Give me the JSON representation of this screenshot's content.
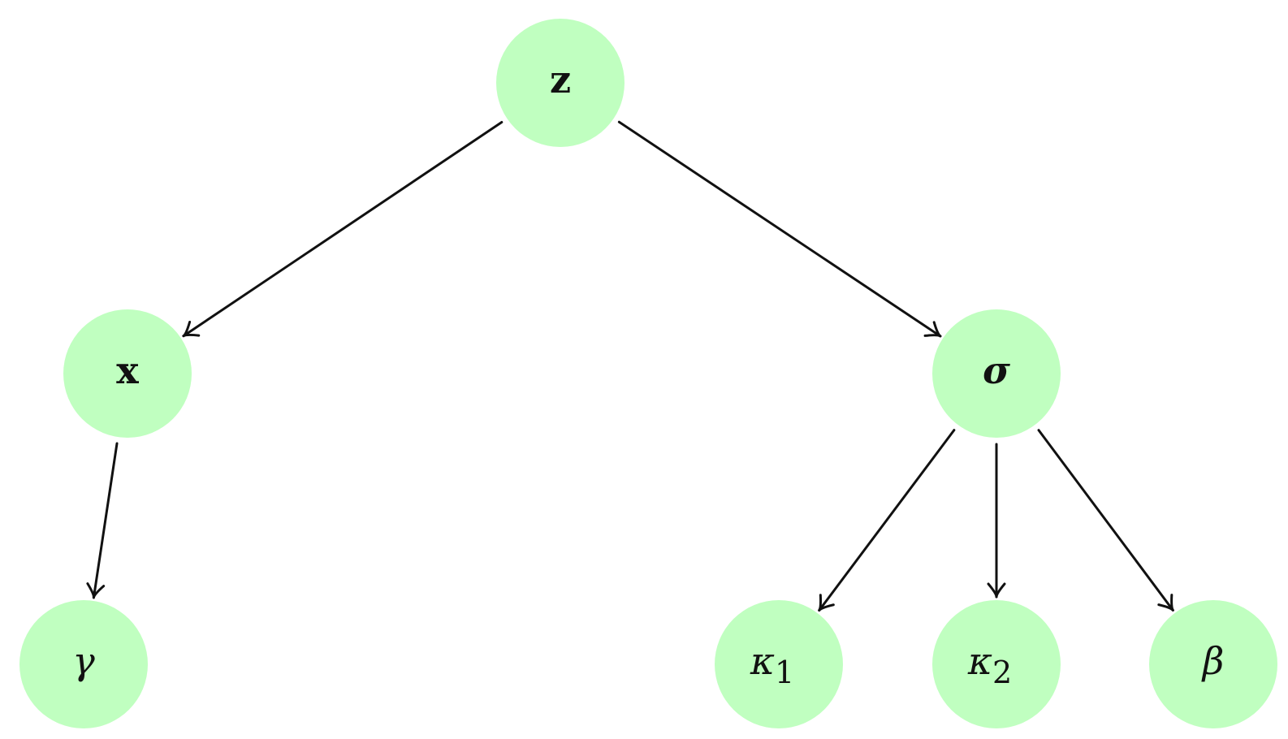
{
  "colors": {
    "node_fill": "#c0ffc0",
    "edge": "#111111",
    "background": "#ffffff"
  },
  "nodes": [
    {
      "id": "z",
      "label": "z",
      "subscript": "",
      "style": "bold"
    },
    {
      "id": "x",
      "label": "x",
      "subscript": "",
      "style": "bold"
    },
    {
      "id": "sigma",
      "label": "σ",
      "subscript": "",
      "style": "bold-italic"
    },
    {
      "id": "gamma",
      "label": "γ",
      "subscript": "",
      "style": "italic"
    },
    {
      "id": "kappa1",
      "label": "κ",
      "subscript": "1",
      "style": "italic"
    },
    {
      "id": "kappa2",
      "label": "κ",
      "subscript": "2",
      "style": "italic"
    },
    {
      "id": "beta",
      "label": "β",
      "subscript": "",
      "style": "italic"
    }
  ],
  "edges": [
    {
      "from": "z",
      "to": "x"
    },
    {
      "from": "z",
      "to": "sigma"
    },
    {
      "from": "x",
      "to": "gamma"
    },
    {
      "from": "sigma",
      "to": "kappa1"
    },
    {
      "from": "sigma",
      "to": "kappa2"
    },
    {
      "from": "sigma",
      "to": "beta"
    }
  ]
}
